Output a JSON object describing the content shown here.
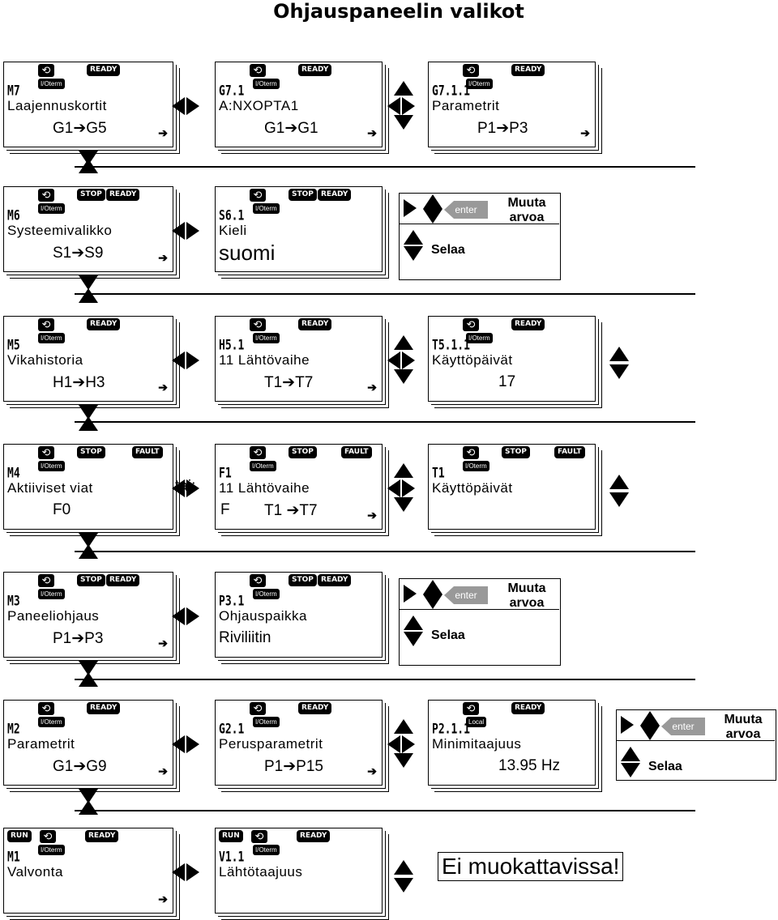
{
  "title": "Ohjauspaneelin valikot",
  "arrow_glyph": "➔",
  "rows": [
    {
      "main": {
        "code": "M7",
        "place": "I/Oterm",
        "status": [
          "READY"
        ],
        "line1": "Laajennuskortit",
        "line2": "G1➔G5"
      },
      "sub": {
        "code": "G7.1",
        "place": "I/Oterm",
        "status": [
          "READY"
        ],
        "line1": "A:NXOPTA1",
        "line2": "G1➔G1"
      },
      "third": {
        "code": "G7.1.1",
        "place": "I/Oterm",
        "status": [
          "READY"
        ],
        "line1": "Parametrit",
        "line2": "P1➔P3"
      }
    },
    {
      "main": {
        "code": "M6",
        "place": "I/Oterm",
        "status": [
          "STOP",
          "READY"
        ],
        "line1": "Systeemivalikko",
        "line2": "S1➔S9"
      },
      "sub": {
        "code": "S6.1",
        "place": "I/Oterm",
        "status": [
          "STOP",
          "READY"
        ],
        "line1": "Kieli",
        "line2": "suomi"
      },
      "controls": {
        "enter": "enter",
        "change": "Muuta arvoa",
        "browse": "Selaa"
      }
    },
    {
      "main": {
        "code": "M5",
        "place": "I/Oterm",
        "status": [
          "READY"
        ],
        "line1": "Vikahistoria",
        "line2": "H1➔H3"
      },
      "sub": {
        "code": "H5.1",
        "place": "I/Oterm",
        "status": [
          "READY"
        ],
        "line1": "11 Lähtövaihe",
        "line2": "T1➔T7"
      },
      "third": {
        "code": "T5.1.1",
        "place": "I/Oterm",
        "status": [
          "READY"
        ],
        "line1": "Käyttöpäivät",
        "line2": "17"
      }
    },
    {
      "main": {
        "code": "M4",
        "place": "I/Oterm",
        "status": [
          "STOP",
          "FAULT"
        ],
        "line1": "Aktiiviset viat",
        "line2": "F0"
      },
      "or_label": "tai:",
      "sub": {
        "code": "F1",
        "place": "I/Oterm",
        "status": [
          "STOP",
          "FAULT"
        ],
        "line1": "11 Lähtövaihe",
        "line2a": "F",
        "line2": "T1 ➔T7"
      },
      "third": {
        "code": "T1",
        "place": "I/Oterm",
        "status": [
          "STOP",
          "FAULT"
        ],
        "line1": "Käyttöpäivät",
        "line2": ""
      }
    },
    {
      "main": {
        "code": "M3",
        "place": "I/Oterm",
        "status": [
          "STOP",
          "READY"
        ],
        "line1": "Paneeliohjaus",
        "line2": "P1➔P3"
      },
      "sub": {
        "code": "P3.1",
        "place": "I/Oterm",
        "status": [
          "STOP",
          "READY"
        ],
        "line1": "Ohjauspaikka",
        "line2": "Riviliitin"
      },
      "controls": {
        "enter": "enter",
        "change": "Muuta arvoa",
        "browse": "Selaa"
      }
    },
    {
      "main": {
        "code": "M2",
        "place": "I/Oterm",
        "status": [
          "READY"
        ],
        "line1": "Parametrit",
        "line2": "G1➔G9"
      },
      "sub": {
        "code": "G2.1",
        "place": "I/Oterm",
        "status": [
          "READY"
        ],
        "line1": "Perusparametrit",
        "line2": "P1➔P15"
      },
      "third": {
        "code": "P2.1.1",
        "place": "Local",
        "status": [
          "READY"
        ],
        "line1": "Minimitaajuus",
        "line2": "13.95 Hz"
      },
      "controls": {
        "enter": "enter",
        "change": "Muuta arvoa",
        "browse": "Selaa"
      }
    },
    {
      "main": {
        "code": "M1",
        "place": "I/Oterm",
        "status": [
          "RUN",
          "READY"
        ],
        "line1": "Valvonta",
        "line2": ""
      },
      "sub": {
        "code": "V1.1",
        "place": "I/Oterm",
        "status": [
          "RUN",
          "READY"
        ],
        "line1": "Lähtötaajuus",
        "line2": ""
      },
      "note": "Ei muokattavissa!"
    }
  ]
}
